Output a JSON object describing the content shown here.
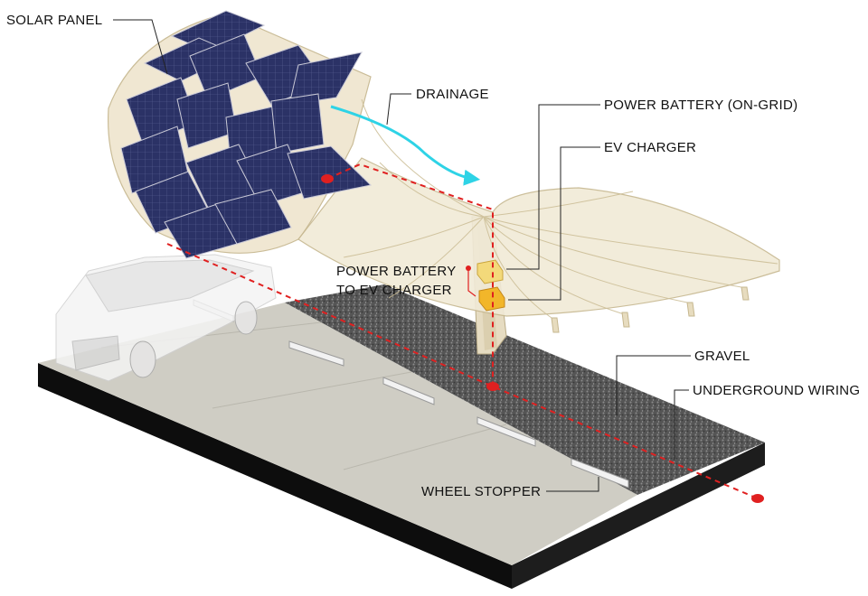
{
  "labels": {
    "solar_panel": "SOLAR PANEL",
    "drainage": "DRAINAGE",
    "power_battery_on_grid": "POWER BATTERY (ON-GRID)",
    "ev_charger": "EV CHARGER",
    "power_battery_to_ev_line1": "POWER BATTERY",
    "power_battery_to_ev_line2": "TO EV CHARGER",
    "gravel": "GRAVEL",
    "underground_wiring": "UNDERGROUND WIRING",
    "wheel_stopper": "WHEEL STOPPER"
  },
  "colors": {
    "wiring": "#e02020",
    "drainage_arrow": "#2ed3e6",
    "solar_panel": "#2a3163",
    "canopy": "#efe6cf",
    "gravel": "#5a5a5a",
    "concrete": "#cfcdc4",
    "base": "#0e0e0e",
    "battery": "#f3d97a",
    "charger": "#f2b62a"
  }
}
